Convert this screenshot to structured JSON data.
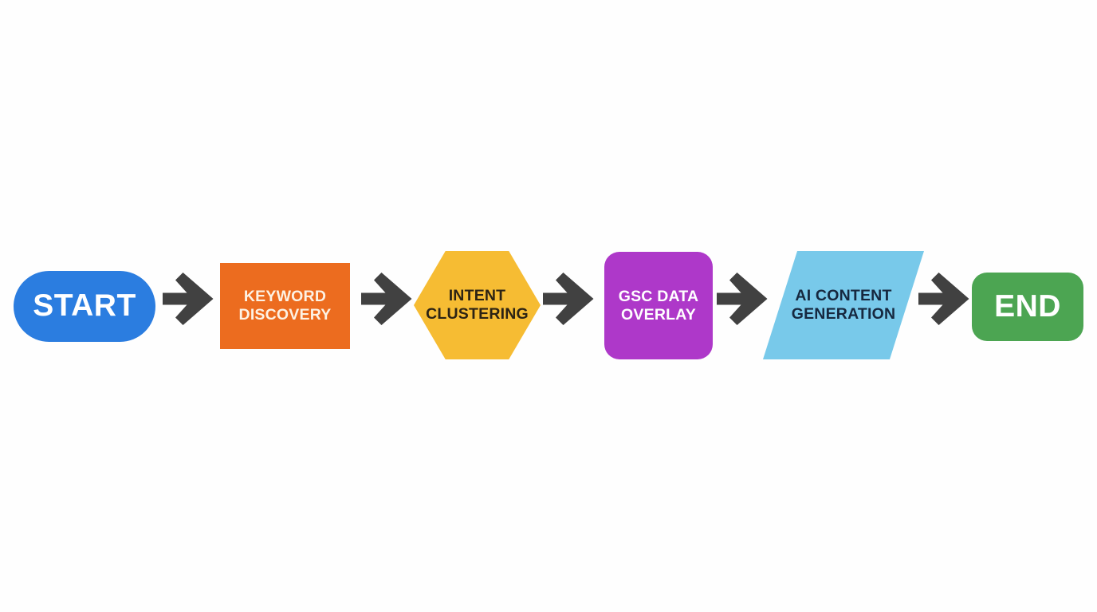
{
  "diagram": {
    "type": "flowchart",
    "orientation": "horizontal-left-to-right",
    "background_color": "#fefefe",
    "connector_color": "#414141",
    "connector_icon": "arrow-right-icon",
    "nodes": [
      {
        "id": "start",
        "label": "START",
        "shape": "pill",
        "fill": "#2b7de0",
        "text_color": "#ffffff"
      },
      {
        "id": "keyword-discovery",
        "label": "KEYWORD\nDISCOVERY",
        "shape": "rectangle",
        "fill": "#ec6c1f",
        "text_color": "#fdf2e4"
      },
      {
        "id": "intent-clustering",
        "label": "INTENT\nCLUSTERING",
        "shape": "hexagon",
        "fill": "#f6bc33",
        "text_color": "#2c2314"
      },
      {
        "id": "gsc-data-overlay",
        "label": "GSC DATA\nOVERLAY",
        "shape": "rounded-rectangle",
        "fill": "#ae38c9",
        "text_color": "#ffffff"
      },
      {
        "id": "ai-content-generation",
        "label": "AI CONTENT\nGENERATION",
        "shape": "parallelogram",
        "fill": "#78c9ea",
        "text_color": "#16283f"
      },
      {
        "id": "end",
        "label": "END",
        "shape": "rounded-rectangle",
        "fill": "#4ca552",
        "text_color": "#ffffff"
      }
    ],
    "connectors": [
      {
        "id": "arrow-1",
        "from": "start",
        "to": "keyword-discovery"
      },
      {
        "id": "arrow-2",
        "from": "keyword-discovery",
        "to": "intent-clustering"
      },
      {
        "id": "arrow-3",
        "from": "intent-clustering",
        "to": "gsc-data-overlay"
      },
      {
        "id": "arrow-4",
        "from": "gsc-data-overlay",
        "to": "ai-content-generation"
      },
      {
        "id": "arrow-5",
        "from": "ai-content-generation",
        "to": "end"
      }
    ]
  }
}
